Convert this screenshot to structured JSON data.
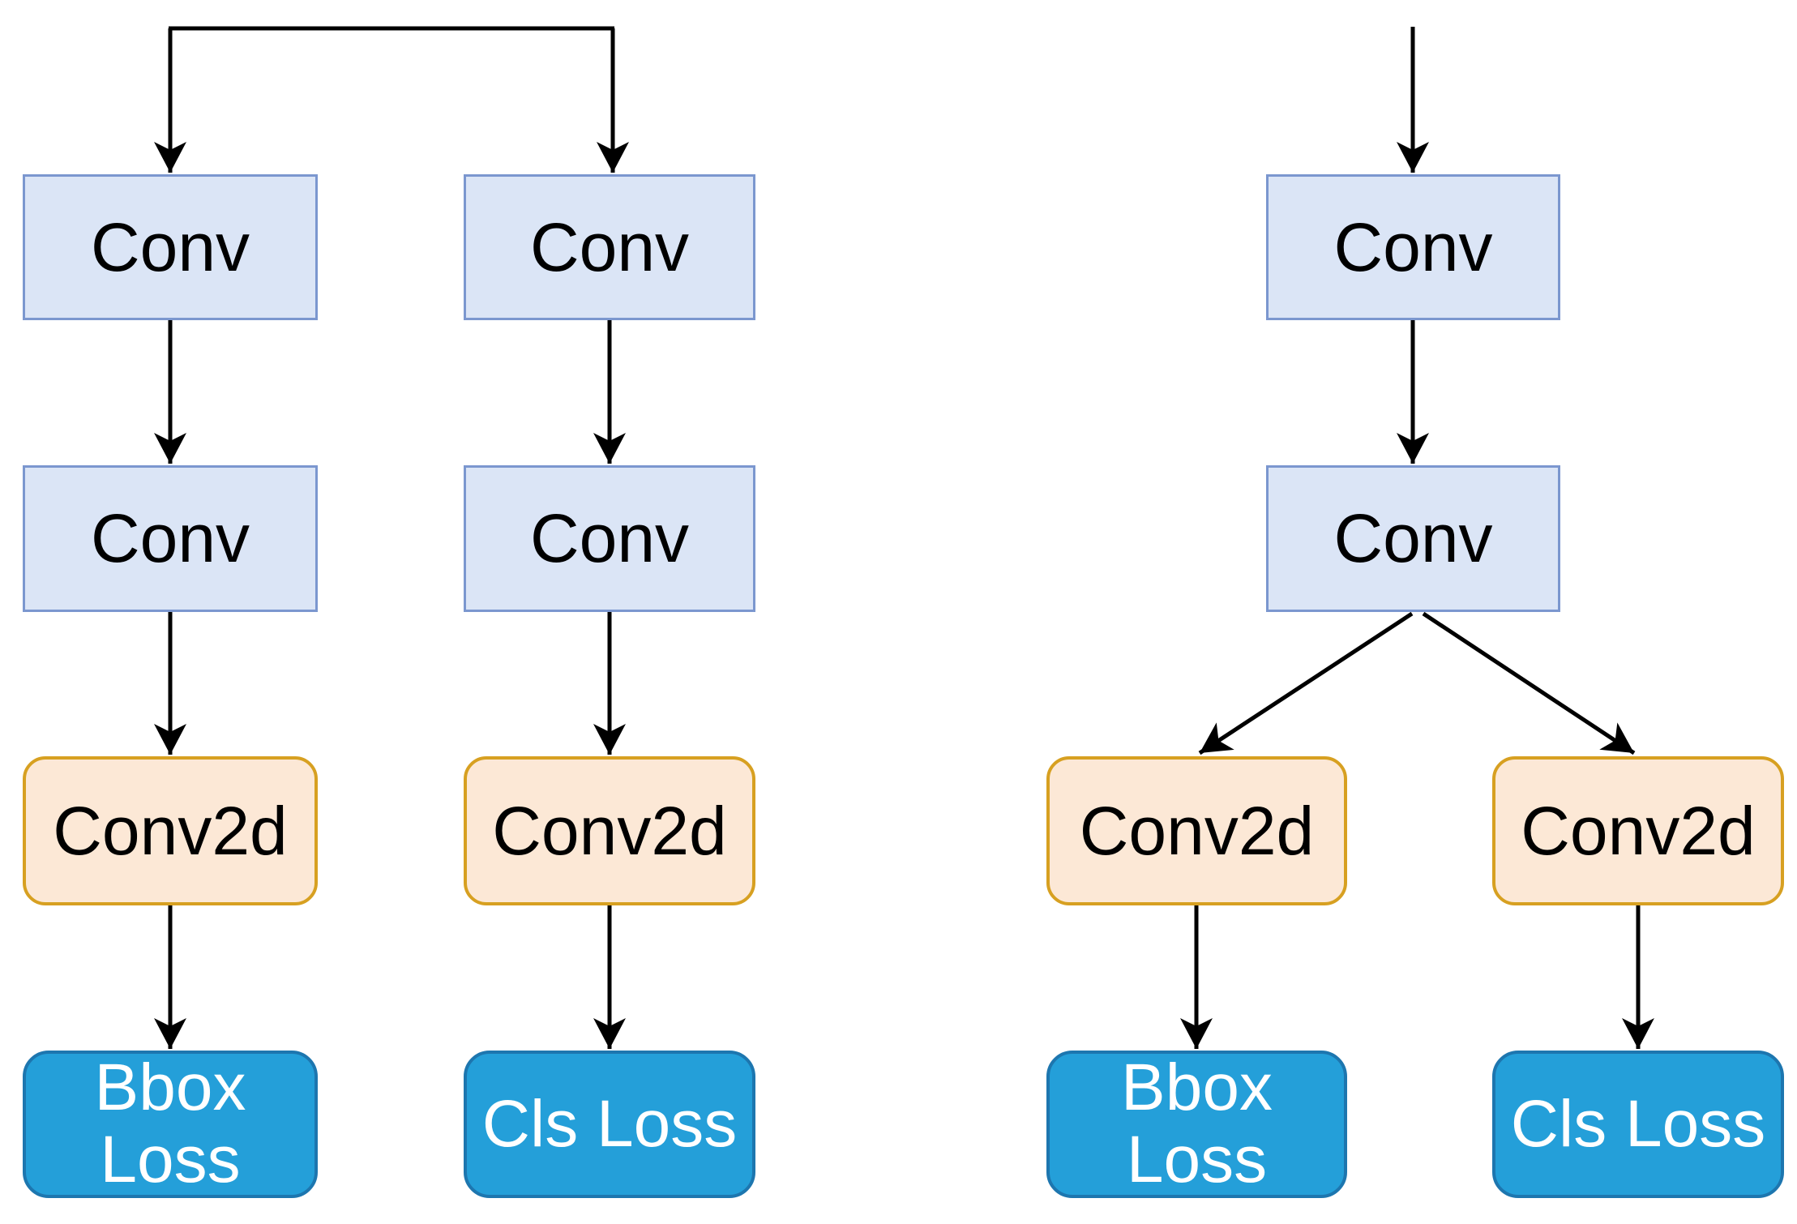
{
  "colors": {
    "background": "#ffffff",
    "arrow": "#000000",
    "text": "#000000",
    "conv_fill": "#dbe5f6",
    "conv_stroke": "#7b97cf",
    "conv2d_fill": "#fce8d6",
    "conv2d_stroke": "#d7a021",
    "loss_fill": "#249fd9",
    "loss_stroke": "#1d76af",
    "loss_text": "#ffffff"
  },
  "left_head": {
    "bbox_branch": {
      "conv1": "Conv",
      "conv2": "Conv",
      "conv2d": "Conv2d",
      "loss": "Bbox\nLoss"
    },
    "cls_branch": {
      "conv1": "Conv",
      "conv2": "Conv",
      "conv2d": "Conv2d",
      "loss": "Cls Loss"
    }
  },
  "right_head": {
    "conv1": "Conv",
    "conv2": "Conv",
    "bbox_branch": {
      "conv2d": "Conv2d",
      "loss": "Bbox\nLoss"
    },
    "cls_branch": {
      "conv2d": "Conv2d",
      "loss": "Cls Loss"
    }
  }
}
